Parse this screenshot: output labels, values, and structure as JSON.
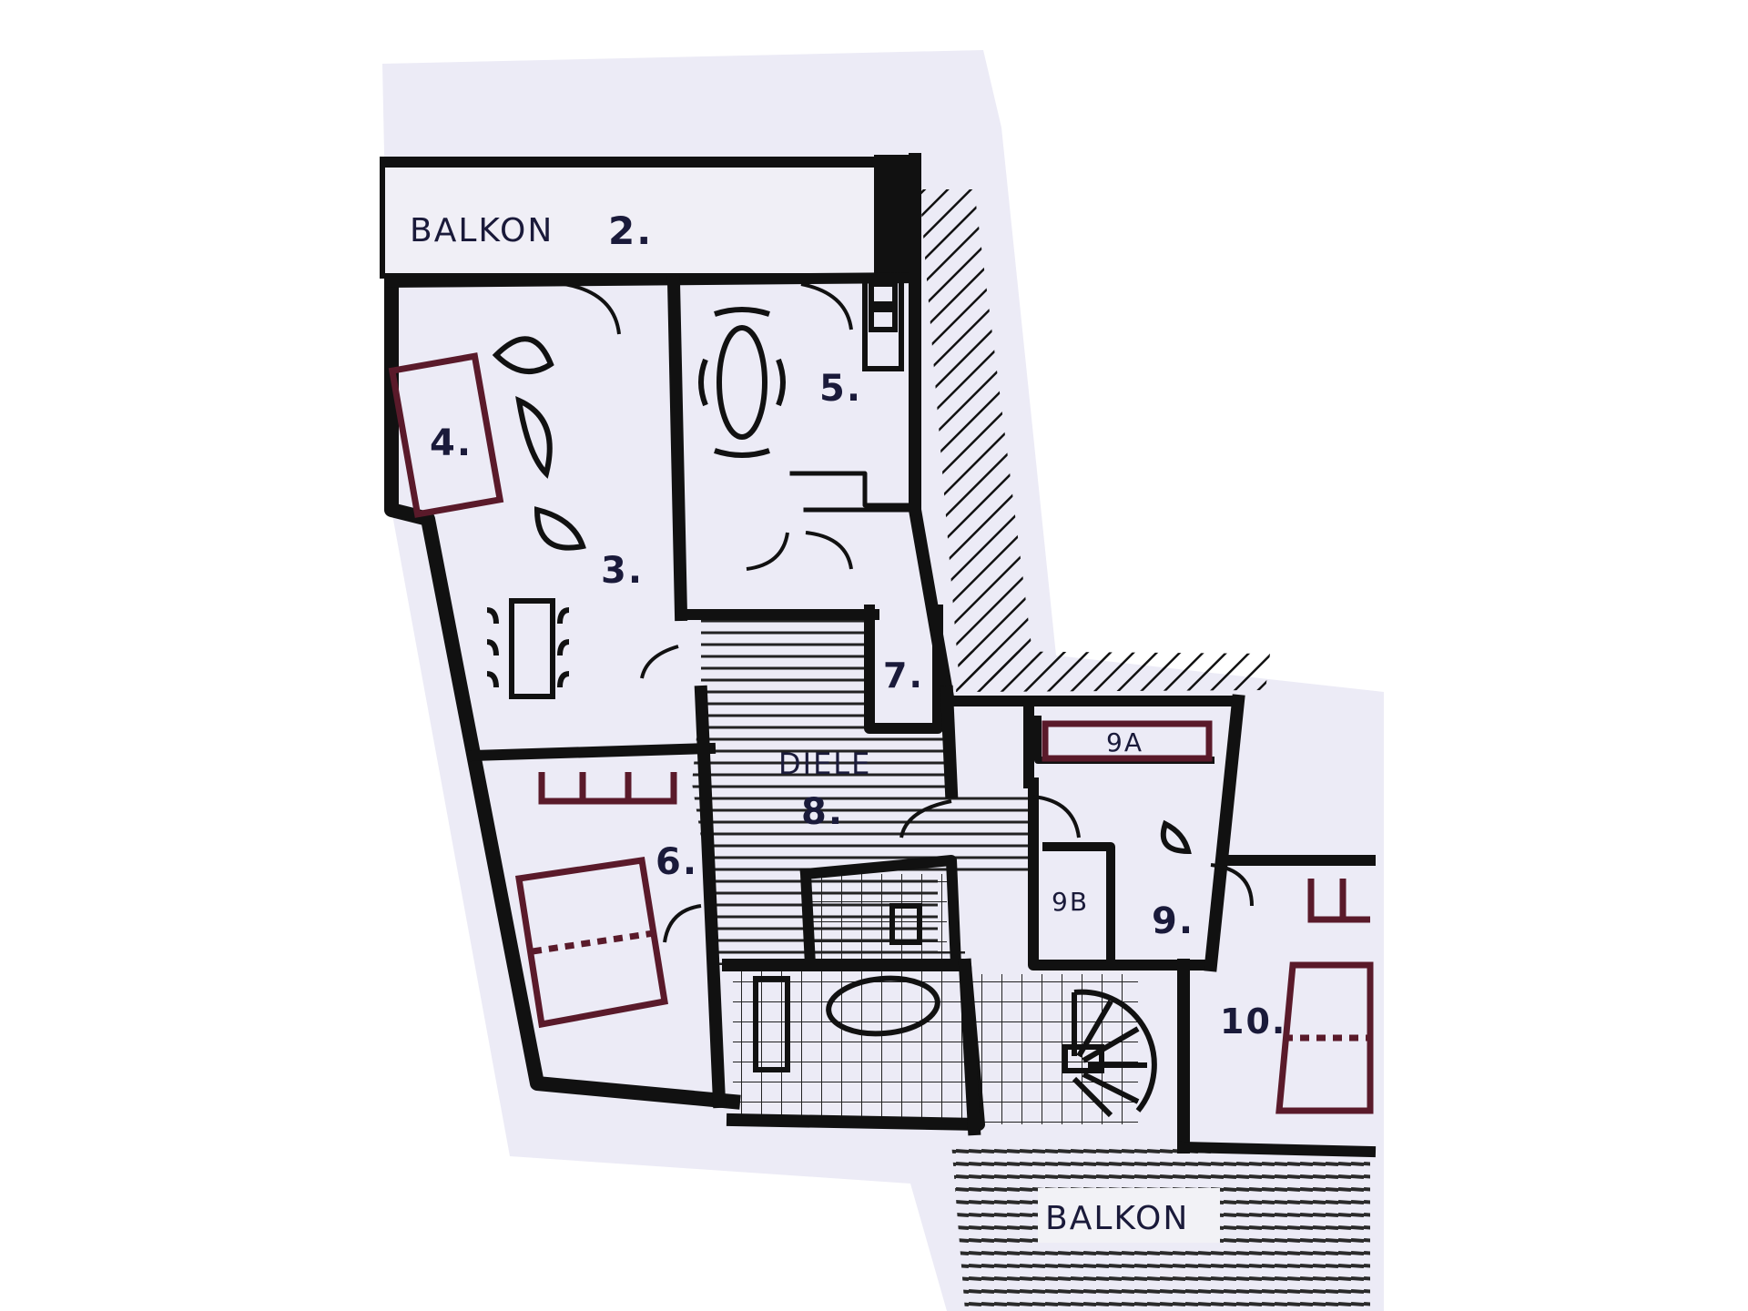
{
  "plan": {
    "paper_color": "#ecebf6",
    "ink_color": "#111111",
    "text_color": "#1a1a3a",
    "accent_color": "#5a1a2a",
    "labels": {
      "balkon_top": "BALKON",
      "balkon_top_num": "2.",
      "balkon_bottom": "BALKON",
      "room_3": "3.",
      "room_4": "4.",
      "room_5": "5.",
      "room_6": "6.",
      "room_7": "7.",
      "diele": "DIELE",
      "room_8": "8.",
      "room_9": "9.",
      "room_9a": "9A",
      "room_9b": "9B",
      "room_10": "10."
    }
  }
}
